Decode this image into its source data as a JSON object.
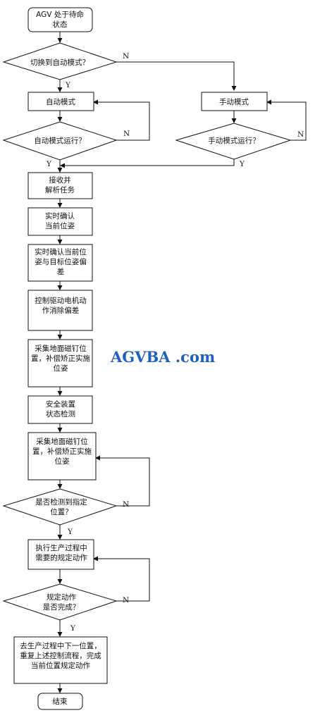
{
  "nodes": {
    "start": [
      "AGV 处于待命",
      "状态"
    ],
    "switch_auto": [
      "切换到自动模式？"
    ],
    "auto_mode": [
      "自动模式"
    ],
    "manual_mode": [
      "手动模式"
    ],
    "auto_running": [
      "自动模式运行？"
    ],
    "manual_running": [
      "手动模式运行？"
    ],
    "receive_task": [
      "接收并",
      "解析任务"
    ],
    "confirm_pose": [
      "实时确认",
      "当前位姿"
    ],
    "confirm_deviation": [
      "实时确认当前位",
      "姿与目标位姿偏",
      "差"
    ],
    "control_motor": [
      "控制驱动电机动",
      "作消除偏差"
    ],
    "collect_magnet_1": [
      "采集地面磁钉位",
      "置，补偿矫正实施",
      "位姿"
    ],
    "safety_check": [
      "安全装置",
      "状态检测"
    ],
    "collect_magnet_2": [
      "采集地面磁钉位",
      "置，补偿矫正实施",
      "位姿"
    ],
    "reached_position": [
      "是否检测到指定",
      "位置？"
    ],
    "execute_action": [
      "执行生产过程中",
      "需要的规定动作"
    ],
    "action_done": [
      "规定动作",
      "是否完成？"
    ],
    "next_position": [
      "去生产过程中下一位置，",
      "重复上述控制流程，完成",
      "当前位置规定动作"
    ],
    "end": [
      "结束"
    ]
  },
  "labels": {
    "yes": "Y",
    "no": "N"
  },
  "watermark": "AGVBA .com",
  "colors": {
    "line": "#111111",
    "watermark": "#1f5fbf",
    "background": "#ffffff"
  }
}
